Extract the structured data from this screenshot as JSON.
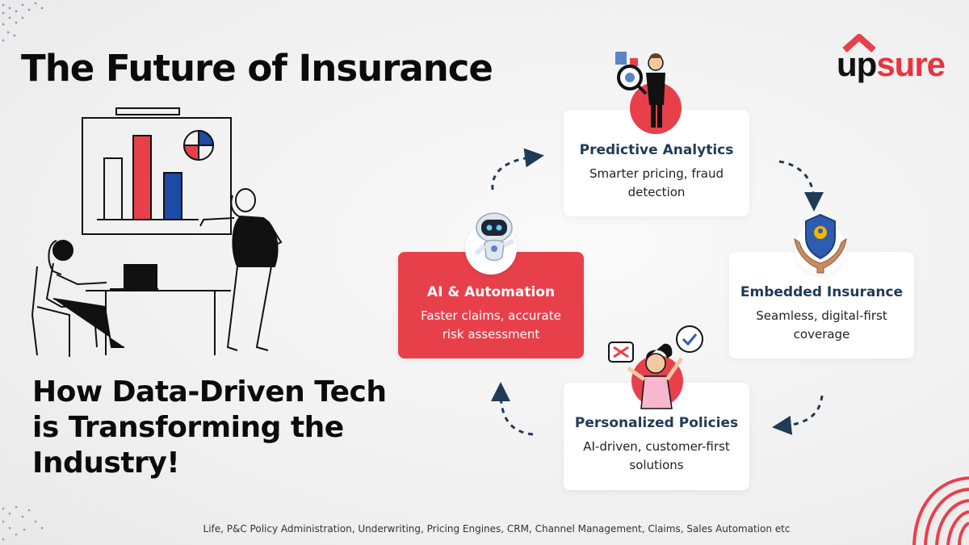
{
  "header": {
    "title": "The Future of Insurance",
    "subtitle": "How Data-Driven Tech is Transforming the Industry!"
  },
  "brand": {
    "logo_prefix": "up",
    "logo_suffix": "sure",
    "accent_color": "#e8404b",
    "navy_color": "#1f3b57"
  },
  "cycle": {
    "cards": [
      {
        "title": "Predictive Analytics",
        "desc": "Smarter pricing, fraud detection",
        "icon": "analyst-magnifier-icon"
      },
      {
        "title": "Embedded Insurance",
        "desc": "Seamless, digital-first coverage",
        "icon": "shield-hands-icon"
      },
      {
        "title": "Personalized Policies",
        "desc": "AI-driven, customer-first solutions",
        "icon": "woman-check-cross-icon"
      },
      {
        "title": "AI & Automation",
        "desc": "Faster claims, accurate risk assessment",
        "icon": "robot-icon"
      }
    ]
  },
  "footer": {
    "text": "Life, P&C Policy Administration, Underwriting, Pricing Engines, CRM, Channel Management, Claims, Sales Automation etc"
  }
}
